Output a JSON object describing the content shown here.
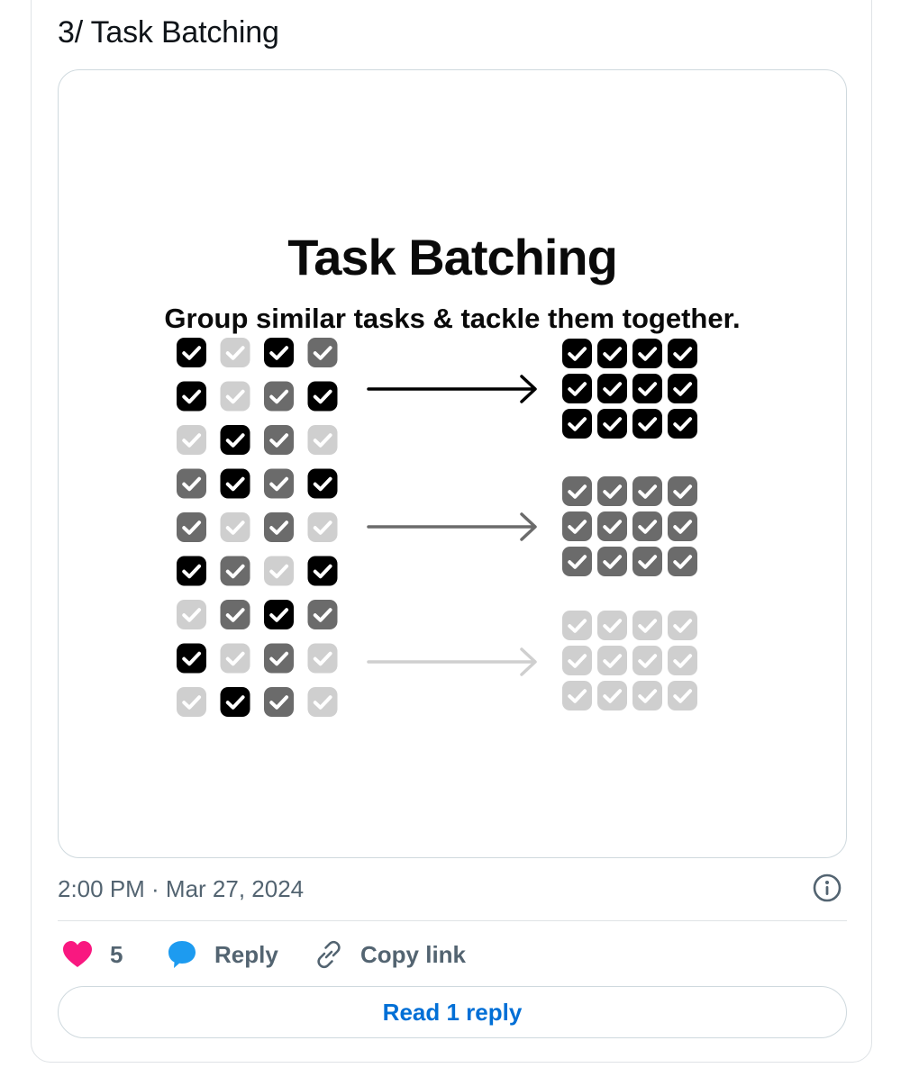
{
  "tweet": {
    "text": "3/ Task Batching",
    "timestamp": "2:00 PM · Mar 27, 2024"
  },
  "media": {
    "title": "Task Batching",
    "subtitle": "Group similar tasks & tackle them together.",
    "colors": {
      "dark": "#000000",
      "mid": "#6b6b6b",
      "light": "#cfcfcf"
    },
    "scattered_grid": [
      [
        "dark",
        "light",
        "dark",
        "mid"
      ],
      [
        "dark",
        "light",
        "mid",
        "dark"
      ],
      [
        "light",
        "dark",
        "mid",
        "light"
      ],
      [
        "mid",
        "dark",
        "mid",
        "dark"
      ],
      [
        "mid",
        "light",
        "mid",
        "light"
      ],
      [
        "dark",
        "mid",
        "light",
        "dark"
      ],
      [
        "light",
        "mid",
        "dark",
        "mid"
      ],
      [
        "dark",
        "light",
        "mid",
        "light"
      ],
      [
        "light",
        "dark",
        "mid",
        "light"
      ]
    ],
    "batches": [
      "dark",
      "mid",
      "light"
    ]
  },
  "actions": {
    "like_count": "5",
    "reply_label": "Reply",
    "copy_label": "Copy link",
    "read_replies_label": "Read 1 reply"
  },
  "icons": {
    "like": "heart-icon",
    "reply": "speech-bubble-icon",
    "copy": "link-icon",
    "info": "info-icon"
  },
  "accent_colors": {
    "like": "#f91880",
    "reply": "#1d9bf0",
    "link": "#006fd6",
    "muted": "#536471"
  }
}
